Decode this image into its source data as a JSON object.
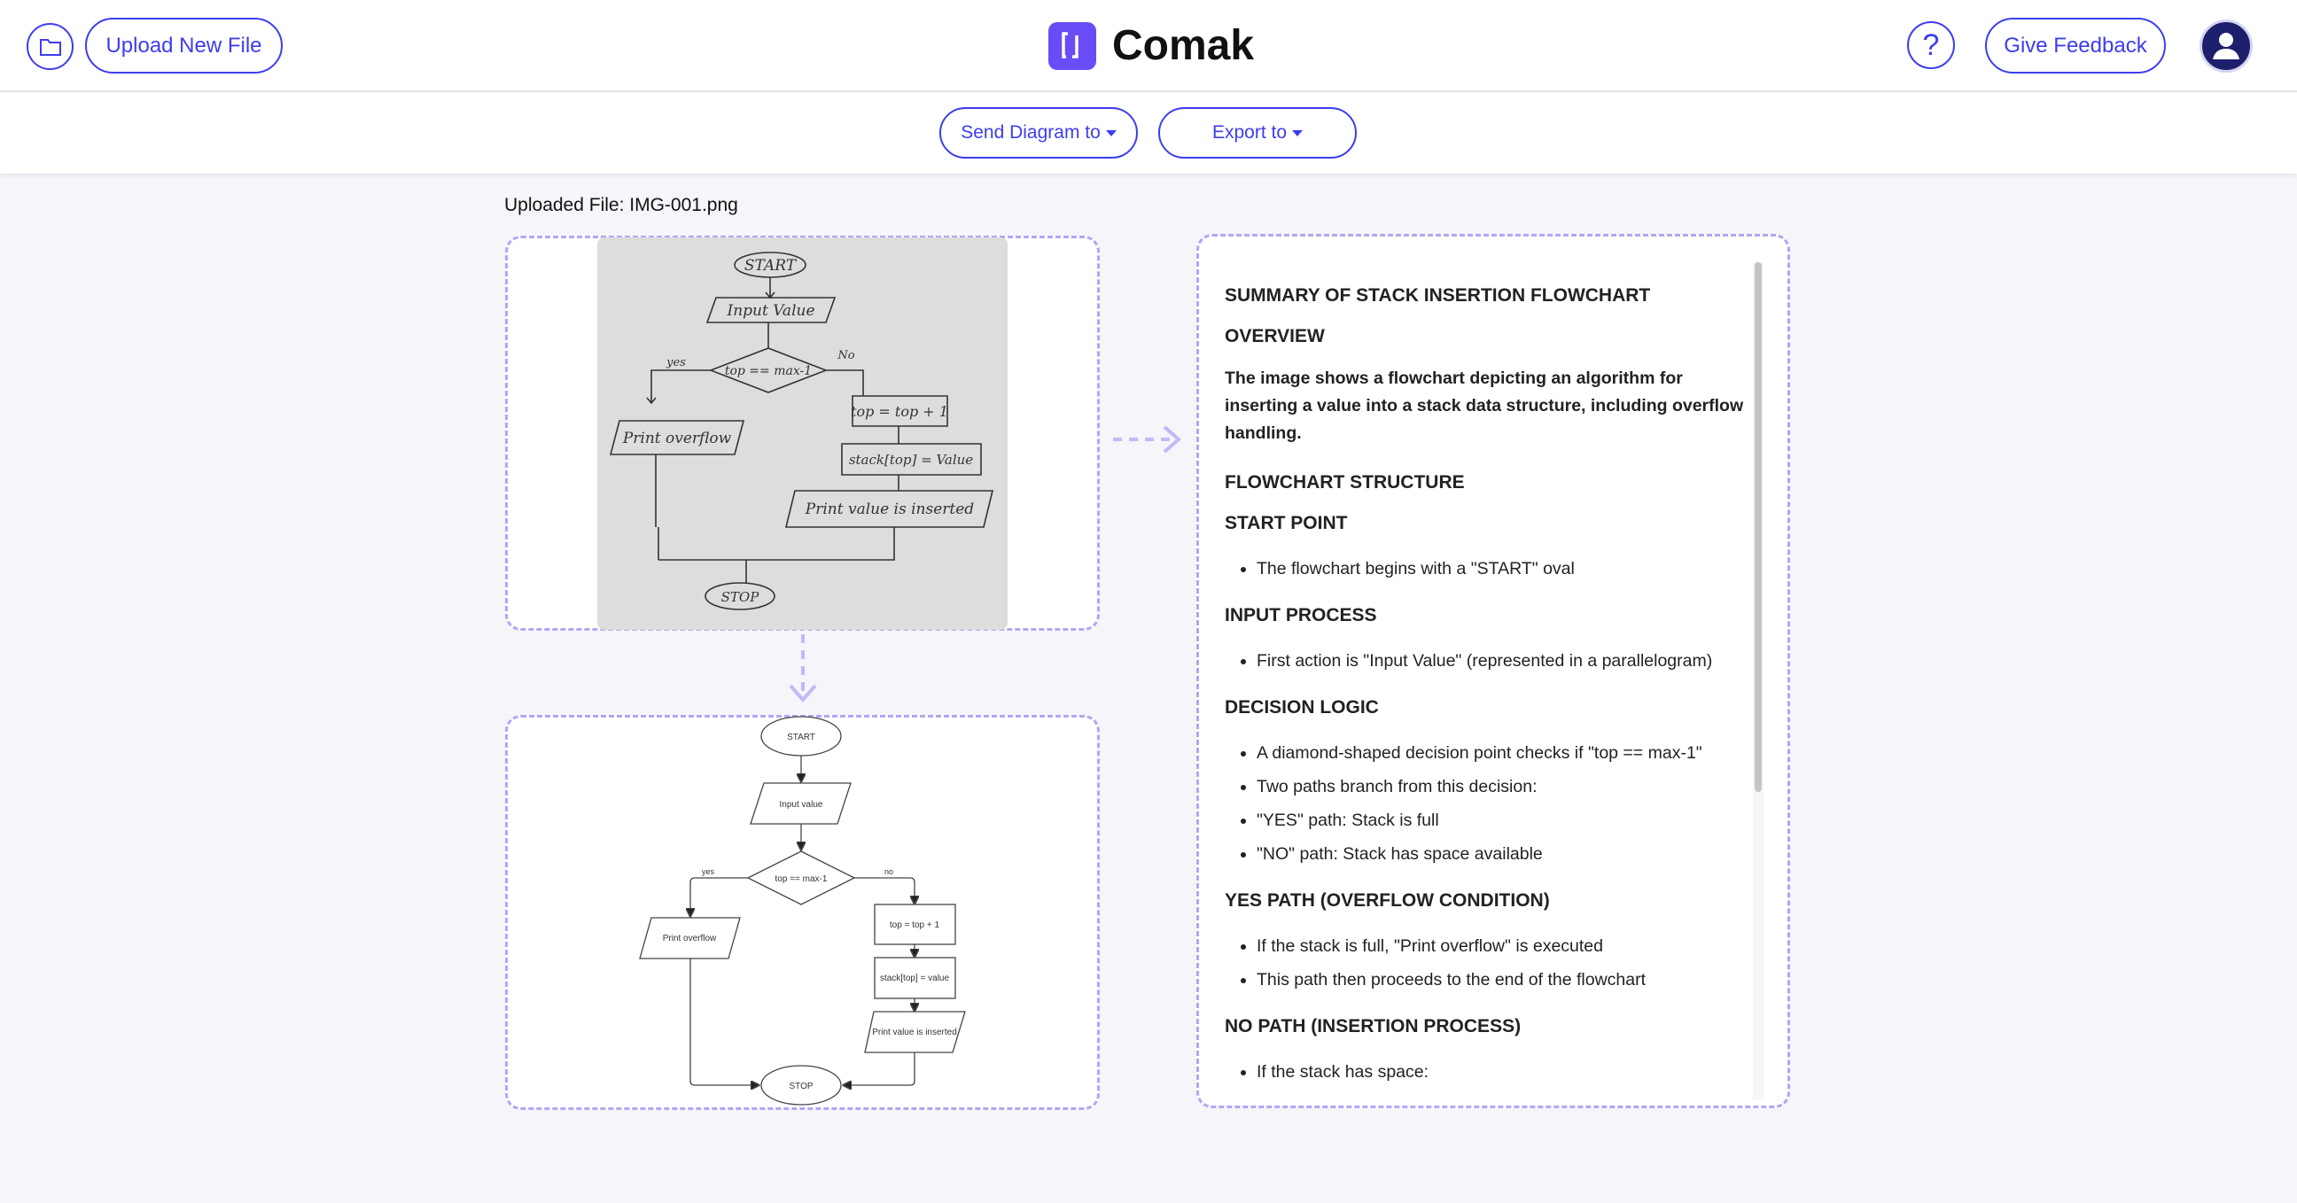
{
  "header": {
    "upload_label": "Upload New File",
    "brand": "Comak",
    "feedback_label": "Give Feedback",
    "icons": [
      "folder-icon",
      "help-icon",
      "user-avatar-icon"
    ]
  },
  "toolbar": {
    "send_label": "Send Diagram to",
    "export_label": "Export to"
  },
  "file": {
    "label": "Uploaded File: IMG-001.png"
  },
  "colors": {
    "accent": "#3d3df0",
    "brand": "#6a4cf6",
    "dashed_border": "#b3a6f3",
    "avatar": "#1c1f6b"
  },
  "sketch": {
    "start": "START",
    "input": "Input Value",
    "decision": "top == max-1",
    "yes": "yes",
    "no": "No",
    "overflow": "Print overflow",
    "increment": "top = top + 1",
    "assign": "stack[top] = Value",
    "inserted": "Print value is inserted",
    "stop": "STOP"
  },
  "diagram": {
    "start": "START",
    "input": "Input value",
    "decision": "top == max-1",
    "yes": "yes",
    "no": "no",
    "overflow": "Print overflow",
    "increment": "top = top + 1",
    "assign": "stack[top] = value",
    "inserted": "Print value is inserted",
    "stop": "STOP"
  },
  "summary": {
    "title": "SUMMARY OF STACK INSERTION FLOWCHART",
    "overview_h": "OVERVIEW",
    "overview": "The image shows a flowchart depicting an algorithm for inserting a value into a stack data structure, including overflow handling.",
    "structure_h": "FLOWCHART STRUCTURE",
    "start_h": "START POINT",
    "start_items": [
      "The flowchart begins with a \"START\" oval"
    ],
    "input_h": "INPUT PROCESS",
    "input_items": [
      "First action is \"Input Value\" (represented in a parallelogram)"
    ],
    "decision_h": "DECISION LOGIC",
    "decision_items": [
      "A diamond-shaped decision point checks if \"top == max-1\"",
      "Two paths branch from this decision:",
      "\"YES\" path: Stack is full",
      "\"NO\" path: Stack has space available"
    ],
    "yes_h": "YES PATH (OVERFLOW CONDITION)",
    "yes_items": [
      "If the stack is full, \"Print overflow\" is executed",
      "This path then proceeds to the end of the flowchart"
    ],
    "no_h": "NO PATH (INSERTION PROCESS)",
    "no_items": [
      "If the stack has space:"
    ]
  }
}
